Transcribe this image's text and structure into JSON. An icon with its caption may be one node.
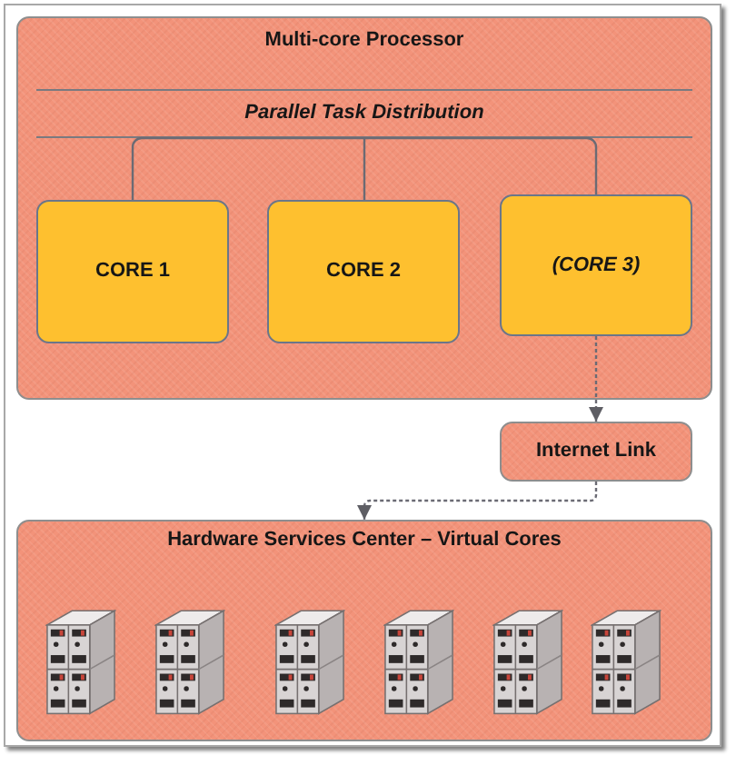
{
  "diagram": {
    "nodes": [
      {
        "text": [
          "Multi-core Processor"
        ]
      },
      {
        "text": [
          "Parallel Task Distribution"
        ],
        "in": 0
      },
      {
        "text": [
          "CORE 1"
        ],
        "in": 0
      },
      {
        "text": [
          "CORE 2"
        ],
        "in": 0
      },
      {
        "text": [
          "(CORE 3)"
        ],
        "in": 0
      },
      {
        "text": [
          "Internet Link"
        ]
      },
      {
        "text": [
          "Hardware Services Center – Virtual Cores"
        ]
      }
    ],
    "edges": [
      {
        "from": 1,
        "to": 2,
        "arrow": "none"
      },
      {
        "from": 1,
        "to": 3,
        "arrow": "none"
      },
      {
        "from": 1,
        "to": 4,
        "arrow": "none"
      },
      {
        "from": 4,
        "to": 5,
        "arrow": "to",
        "style": "dashed"
      },
      {
        "from": 5,
        "to": 6,
        "arrow": "to",
        "style": "dashed"
      }
    ]
  }
}
